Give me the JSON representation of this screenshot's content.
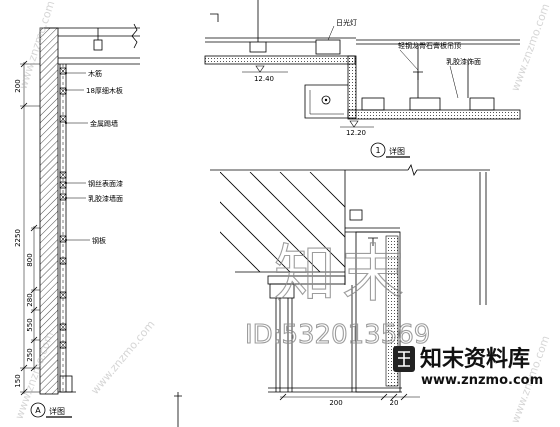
{
  "top_section": {
    "lamp_label": "日光灯",
    "ceiling_label": "轻钢龙骨石膏板吊顶",
    "finish_label": "乳胶漆饰面",
    "elevation_upper": "12.40",
    "elevation_lower": "12.20",
    "callout_number": "1",
    "callout_title": "详图"
  },
  "left_section": {
    "labels": [
      "木筋",
      "18厚细木板",
      "金属踢墙",
      "钢丝表面漆",
      "乳胶漆墙面",
      "钢板"
    ],
    "dim_outer": [
      "200",
      "2250",
      "150"
    ],
    "dim_inner": [
      "800",
      "280",
      "550",
      "250"
    ],
    "callout_letter": "A",
    "callout_title": "详图"
  },
  "right_section": {
    "dimensions": [
      "200",
      "20"
    ]
  },
  "watermark": {
    "logo_text": "知末",
    "id_text": "ID:532013569",
    "brand": "知末资料库",
    "url": "www.znzmo.com"
  },
  "colors": {
    "line": "#000000",
    "watermark": "#8c8c8c"
  }
}
